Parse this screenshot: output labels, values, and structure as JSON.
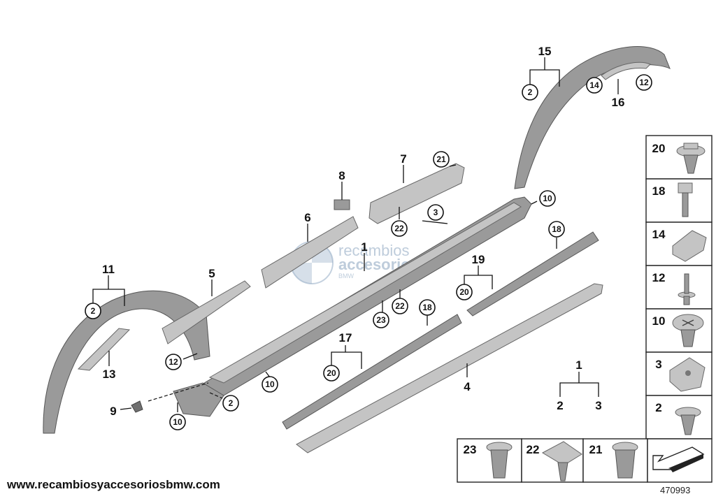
{
  "callouts": {
    "c1": "1",
    "c2": "2",
    "c3": "3",
    "c4": "4",
    "c5": "5",
    "c6": "6",
    "c7": "7",
    "c8": "8",
    "c9": "9",
    "c10": "10",
    "c11": "11",
    "c12": "12",
    "c13": "13",
    "c14": "14",
    "c15": "15",
    "c16": "16",
    "c17": "17",
    "c18": "18",
    "c19": "19",
    "c20": "20",
    "c21": "21",
    "c22": "22",
    "c23": "23"
  },
  "watermark": {
    "line1": "recambios",
    "line2": "accesorios",
    "line3": "BMW"
  },
  "footer": {
    "site_url": "www.recambiosyaccesoriosbmw.com",
    "diagram_number": "470993"
  },
  "colors": {
    "part_fill": "#9a9a9a",
    "part_light": "#c4c4c4",
    "line": "#111111",
    "watermark": "#8aa4bf"
  }
}
